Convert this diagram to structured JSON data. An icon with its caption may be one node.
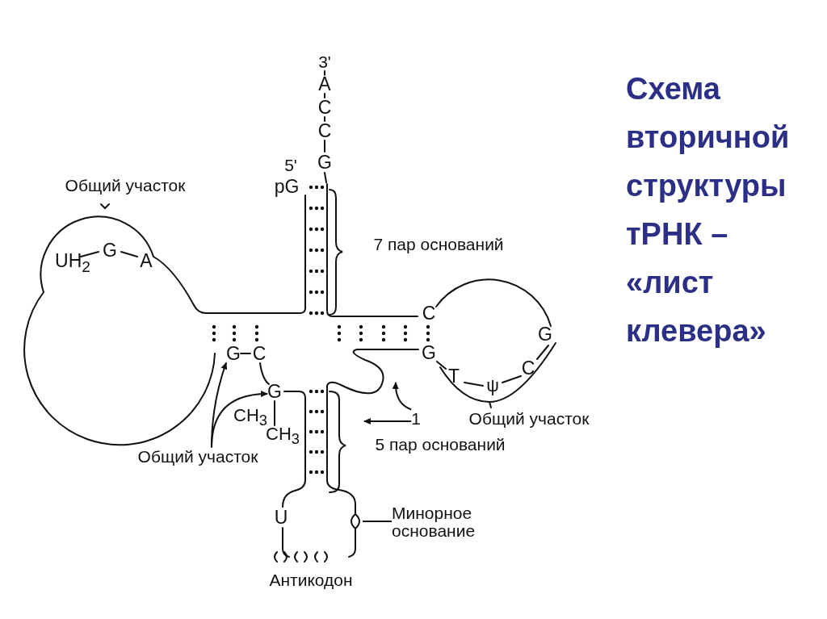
{
  "diagram": {
    "title": "Схема вторичной структуры тРНК – «лист клевера»",
    "nodes": [
      {
        "text": [
          "Общий участок"
        ]
      },
      {
        "text": [
          "G"
        ]
      },
      {
        "text": [
          "G"
        ]
      },
      {
        "text": [
          "1"
        ]
      },
      {
        "text": [
          "Минорное основание"
        ]
      }
    ],
    "edges": [
      {
        "from": 0,
        "to": 1,
        "arrow": "to"
      },
      {
        "from": 0,
        "to": 2,
        "arrow": "to"
      },
      {
        "from": 3,
        "to": null,
        "arrow": "to"
      },
      {
        "from": 3,
        "to": null,
        "arrow": "to"
      },
      {
        "from": 4,
        "to": null,
        "arrow": "none"
      }
    ],
    "labels": [
      "3'",
      "A",
      "C",
      "C",
      "G",
      "5'",
      "pG",
      "Общий участок",
      "7 пар оснований",
      "UH$_{2}$",
      "G",
      "A",
      "C",
      "G",
      "G",
      "C",
      "C",
      "T",
      "ψ",
      "CH$_{3}$",
      "CH$_{3}$",
      "Общий участок",
      "5 пар оснований",
      "U",
      "Антикодон"
    ]
  }
}
